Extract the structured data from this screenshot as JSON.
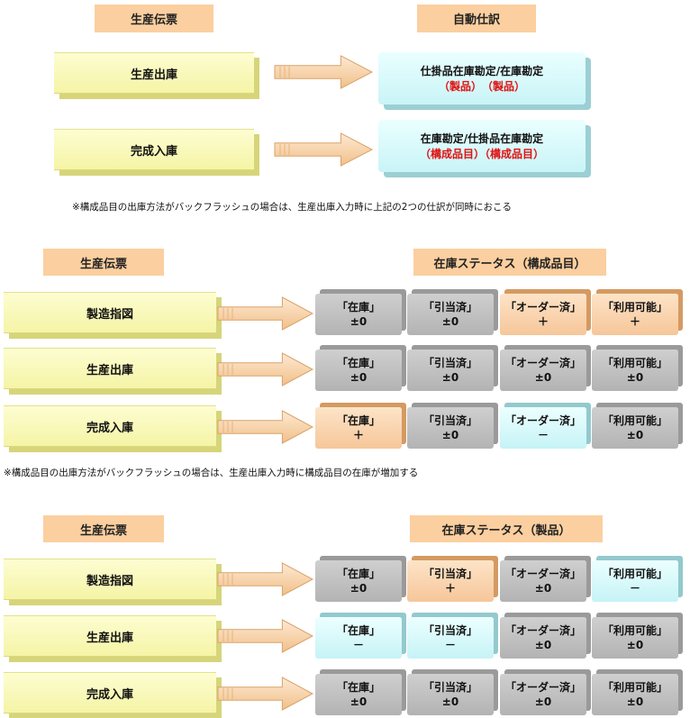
{
  "section1": {
    "header_left": "生産伝票",
    "header_right": "自動仕訳",
    "rows": [
      {
        "label": "生産出庫",
        "line1": "仕掛品在庫勘定/在庫勘定",
        "red": "（製品）　（製品）"
      },
      {
        "label": "完成入庫",
        "line1": "在庫勘定/仕掛品在庫勘定",
        "red": "（構成品目）（構成品目）"
      }
    ],
    "note": "※構成品目の出庫方法がバックフラッシュの場合は、生産出庫入力時に上記の2つの仕訳が同時におこる"
  },
  "section2": {
    "header_left": "生産伝票",
    "header_right": "在庫ステータス（構成品目）",
    "rows": [
      {
        "label": "製造指図",
        "tiles": [
          {
            "name": "「在庫」",
            "value": "±0",
            "color": "gray"
          },
          {
            "name": "「引当済」",
            "value": "±0",
            "color": "gray"
          },
          {
            "name": "「オーダー済」",
            "value": "＋",
            "color": "orange"
          },
          {
            "name": "「利用可能」",
            "value": "＋",
            "color": "orange"
          }
        ]
      },
      {
        "label": "生産出庫",
        "tiles": [
          {
            "name": "「在庫」",
            "value": "±0",
            "color": "gray"
          },
          {
            "name": "「引当済」",
            "value": "±0",
            "color": "gray"
          },
          {
            "name": "「オーダー済」",
            "value": "±0",
            "color": "gray"
          },
          {
            "name": "「利用可能」",
            "value": "±0",
            "color": "gray"
          }
        ]
      },
      {
        "label": "完成入庫",
        "tiles": [
          {
            "name": "「在庫」",
            "value": "＋",
            "color": "orange"
          },
          {
            "name": "「引当済」",
            "value": "±0",
            "color": "gray"
          },
          {
            "name": "「オーダー済」",
            "value": "－",
            "color": "cyan"
          },
          {
            "name": "「利用可能」",
            "value": "±0",
            "color": "gray"
          }
        ]
      }
    ],
    "note": "※構成品目の出庫方法がバックフラッシュの場合は、生産出庫入力時に構成品目の在庫が増加する"
  },
  "section3": {
    "header_left": "生産伝票",
    "header_right": "在庫ステータス（製品）",
    "rows": [
      {
        "label": "製造指図",
        "tiles": [
          {
            "name": "「在庫」",
            "value": "±0",
            "color": "gray"
          },
          {
            "name": "「引当済」",
            "value": "＋",
            "color": "orange"
          },
          {
            "name": "「オーダー済」",
            "value": "±0",
            "color": "gray"
          },
          {
            "name": "「利用可能」",
            "value": "－",
            "color": "cyan"
          }
        ]
      },
      {
        "label": "生産出庫",
        "tiles": [
          {
            "name": "「在庫」",
            "value": "－",
            "color": "cyan"
          },
          {
            "name": "「引当済」",
            "value": "－",
            "color": "cyan"
          },
          {
            "name": "「オーダー済」",
            "value": "±0",
            "color": "gray"
          },
          {
            "name": "「利用可能」",
            "value": "±0",
            "color": "gray"
          }
        ]
      },
      {
        "label": "完成入庫",
        "tiles": [
          {
            "name": "「在庫」",
            "value": "±0",
            "color": "gray"
          },
          {
            "name": "「引当済」",
            "value": "±0",
            "color": "gray"
          },
          {
            "name": "「オーダー済」",
            "value": "±0",
            "color": "gray"
          },
          {
            "name": "「利用可能」",
            "value": "±0",
            "color": "gray"
          }
        ]
      }
    ]
  },
  "colors": {
    "gray": "#bdbdbd",
    "orange": "#f8cfa3",
    "cyan": "#d3f7f9",
    "header": "#fbcf9f",
    "yellow": "#f8f7b3",
    "red_text": "#e01010"
  }
}
